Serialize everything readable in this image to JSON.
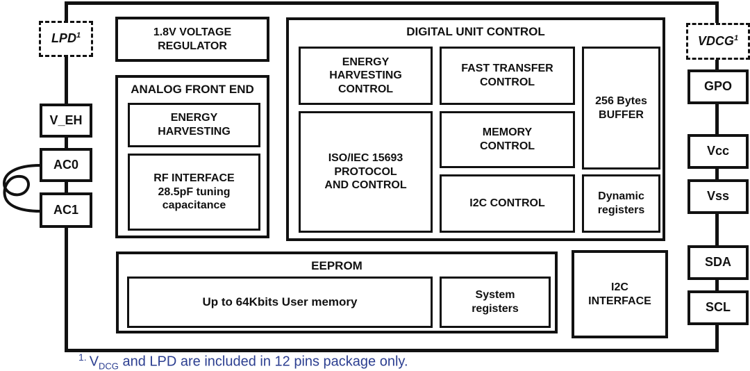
{
  "diagram": {
    "title_blocks": {
      "voltage_regulator": "1.8V VOLTAGE\nREGULATOR",
      "analog_front_end": "ANALOG FRONT END",
      "energy_harvesting": "ENERGY\nHARVESTING",
      "rf_interface": "RF INTERFACE\n28.5pF tuning\ncapacitance",
      "digital_unit_control": "DIGITAL UNIT CONTROL",
      "energy_harvesting_control": "ENERGY\nHARVESTING\nCONTROL",
      "fast_transfer_control": "FAST TRANSFER\nCONTROL",
      "buffer": "256 Bytes\nBUFFER",
      "iso_protocol": "ISO/IEC 15693\nPROTOCOL\nAND CONTROL",
      "memory_control": "MEMORY\nCONTROL",
      "i2c_control": "I2C CONTROL",
      "dynamic_registers": "Dynamic\nregisters",
      "eeprom": "EEPROM",
      "user_memory": "Up to 64Kbits User memory",
      "system_registers": "System\nregisters",
      "i2c_interface": "I2C\nINTERFACE"
    },
    "pins": {
      "left": [
        {
          "label": "LPD",
          "sup": "1",
          "dashed": true
        },
        {
          "label": "V_EH"
        },
        {
          "label": "AC0"
        },
        {
          "label": "AC1"
        }
      ],
      "right": [
        {
          "label": "VDCG",
          "sup": "1",
          "dashed": true
        },
        {
          "label": "GPO"
        },
        {
          "label": "Vcc"
        },
        {
          "label": "Vss"
        },
        {
          "label": "SDA"
        },
        {
          "label": "SCL"
        }
      ]
    },
    "footnote": {
      "marker": "1.",
      "term_main": "V",
      "term_sub": "DCG",
      "text": " and LPD are included in 12 pins package only."
    },
    "colors": {
      "line": "#111111",
      "footnote_text": "#2b3e90",
      "background": "#ffffff"
    }
  }
}
